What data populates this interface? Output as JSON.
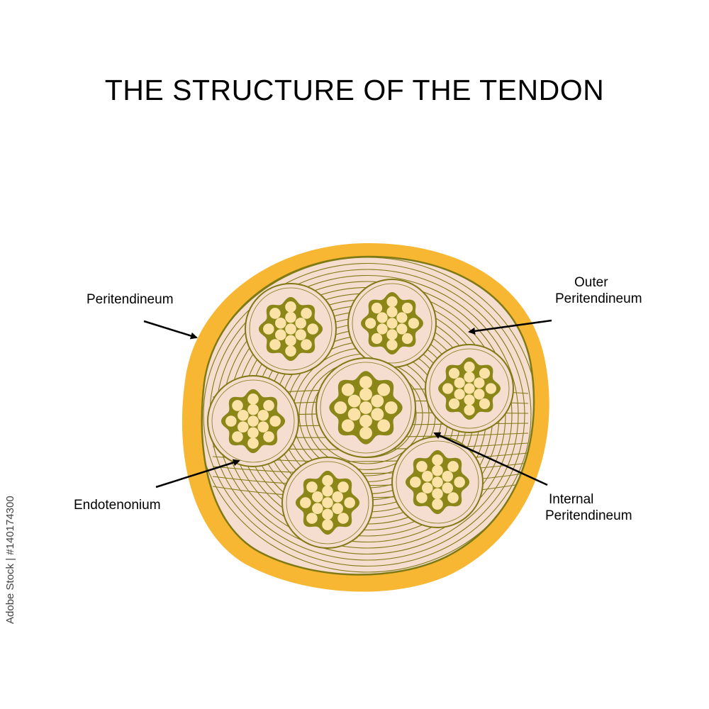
{
  "title": "THE STRUCTURE OF THE TENDON",
  "labels": {
    "peritendineum": "Peritendineum",
    "outer_line1": "Outer",
    "outer_line2": "Peritendineum",
    "endotenonium": "Endotenonium",
    "internal_line1": "Internal",
    "internal_line2": "Peritendineum"
  },
  "watermark": "Adobe Stock | #140174300",
  "colors": {
    "outer_sheath": "#f7b733",
    "matrix": "#f5ddd0",
    "fiber_line": "#7f7a14",
    "fascicle_fill": "#8a8618",
    "fibril_fill": "#fbe3a8",
    "arrow": "#000000"
  }
}
